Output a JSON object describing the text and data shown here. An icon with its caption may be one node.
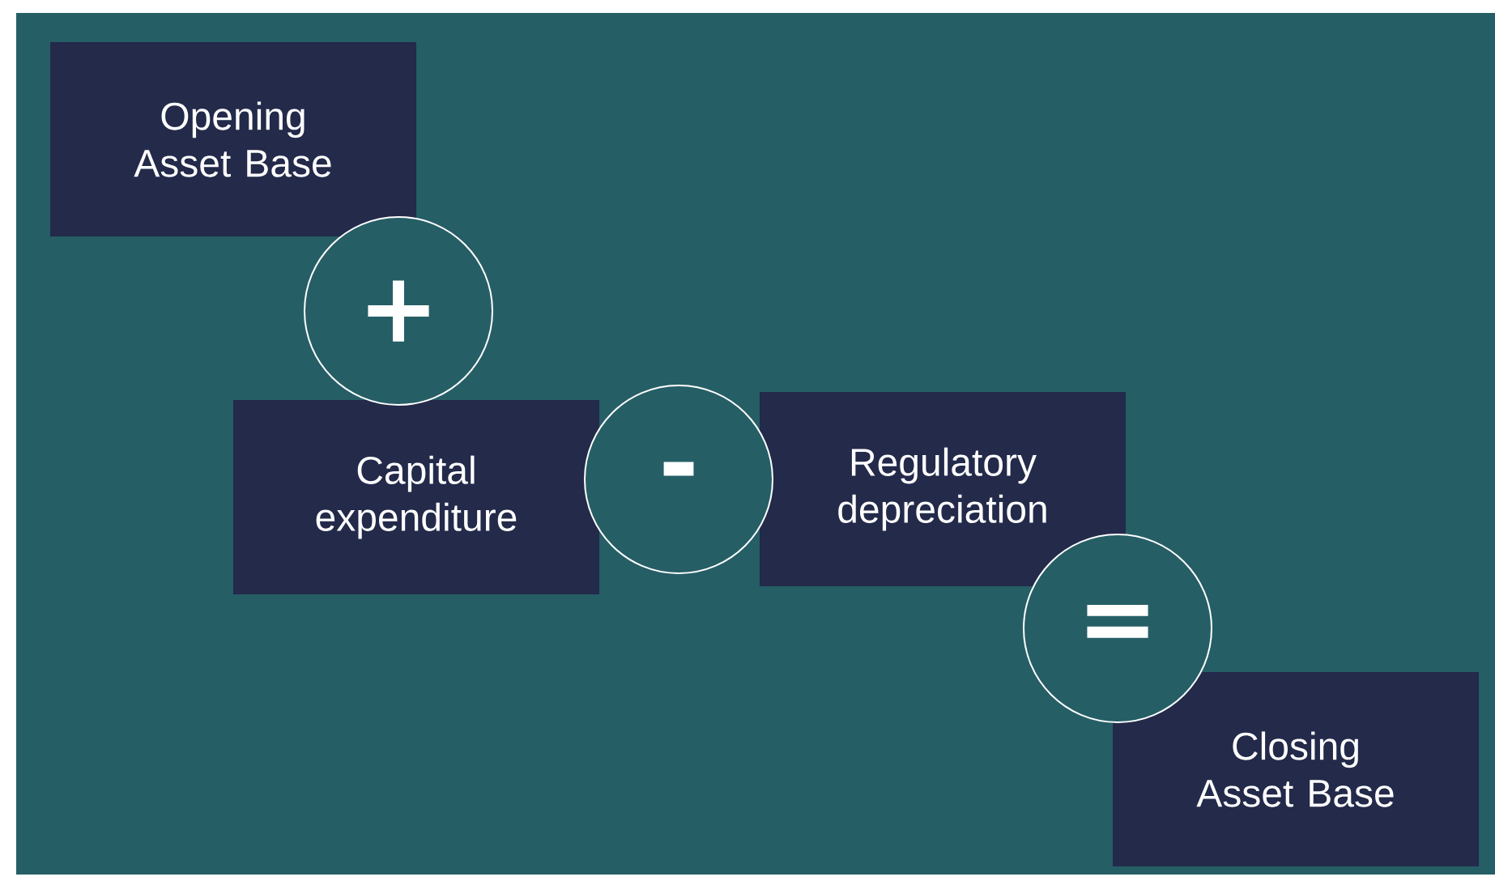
{
  "diagram": {
    "nodes": [
      {
        "text": [
          "Opening Asset Base"
        ]
      },
      {
        "text": [
          "+"
        ]
      },
      {
        "text": [
          "Capital expenditure"
        ]
      },
      {
        "text": [
          "-"
        ]
      },
      {
        "text": [
          "Regulatory depreciation"
        ]
      },
      {
        "text": [
          "="
        ]
      },
      {
        "text": [
          "Closing Asset Base"
        ]
      }
    ]
  }
}
